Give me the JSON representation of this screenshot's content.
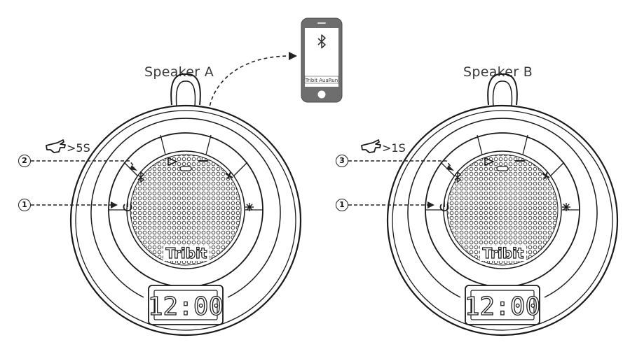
{
  "phone": {
    "device_name": "Tribit AuaRun",
    "icon": "bluetooth-icon"
  },
  "speakers": [
    {
      "label": "Speaker A",
      "hold_time": ">5S",
      "callouts": [
        "2",
        "1"
      ],
      "brand": "Tribit",
      "clock": "12:00"
    },
    {
      "label": "Speaker B",
      "hold_time": ">1S",
      "callouts": [
        "3",
        "1"
      ],
      "brand": "Tribit",
      "clock": "12:00"
    }
  ],
  "colors": {
    "stroke": "#1a1a1a",
    "body": "#ffffff",
    "phone_body": "#6e6e6e"
  }
}
